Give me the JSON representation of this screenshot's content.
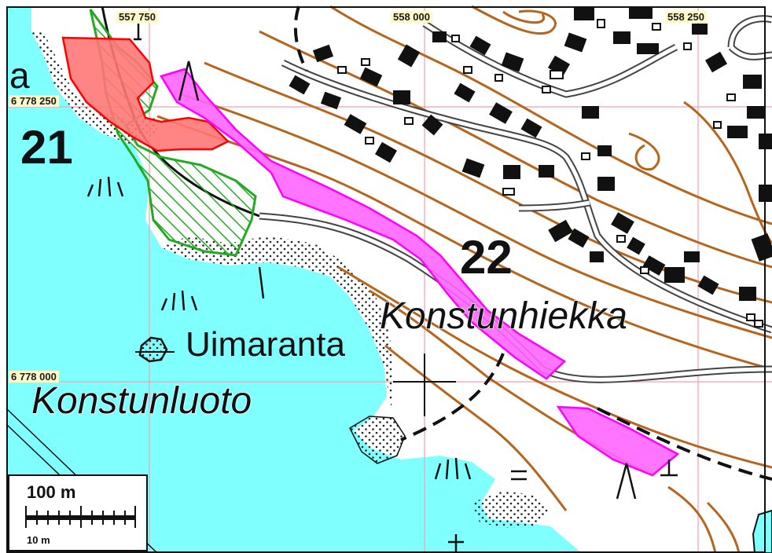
{
  "map": {
    "coordinates": {
      "easting": [
        "557 750",
        "558 000",
        "558 250"
      ],
      "northing": [
        "6 778 250",
        "6 778 000"
      ]
    },
    "labels": {
      "letter_a": "a",
      "area_21": "21",
      "area_22": "22",
      "konstunhiekka": "Konstunhiekka",
      "uimaranta": "Uimaranta",
      "konstunluoto": "Konstunluoto"
    },
    "scale": {
      "main": "100 m",
      "sub": "10 m"
    },
    "colors": {
      "water": "#80ffff",
      "contour": "#b5651d",
      "grid": "#f0a0b0",
      "magenta_area": "#ff66ff",
      "red_area": "#ff7777",
      "green_hatch": "#22aa22"
    }
  }
}
